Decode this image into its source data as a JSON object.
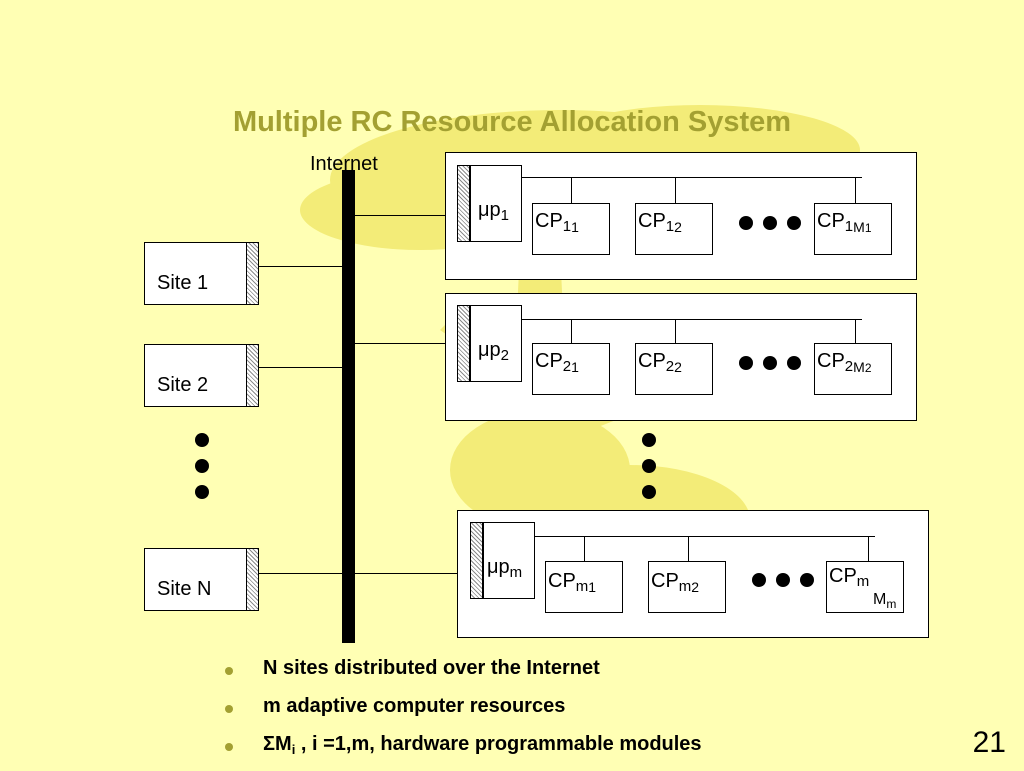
{
  "title": "Multiple RC Resource Allocation System",
  "internet_label": "Internet",
  "sites": [
    "Site 1",
    "Site 2",
    "Site N"
  ],
  "resource_groups": [
    {
      "processor": {
        "base": "μp",
        "sub": "1"
      },
      "cps": [
        {
          "base": "CP",
          "sub": "1",
          "subsub": "1"
        },
        {
          "base": "CP",
          "sub": "1",
          "subsub": "2"
        },
        {
          "base": "CP",
          "sub": "1",
          "subsub": "M",
          "subsubsub": "1"
        }
      ]
    },
    {
      "processor": {
        "base": "μp",
        "sub": "2"
      },
      "cps": [
        {
          "base": "CP",
          "sub": "2",
          "subsub": "1"
        },
        {
          "base": "CP",
          "sub": "2",
          "subsub": "2"
        },
        {
          "base": "CP",
          "sub": "2",
          "subsub": "M",
          "subsubsub": "2"
        }
      ]
    },
    {
      "processor": {
        "base": "μp",
        "sub": "m"
      },
      "cps": [
        {
          "base": "CP",
          "sub": "m",
          "subsub": "1"
        },
        {
          "base": "CP",
          "sub": "m",
          "subsub": "2"
        },
        {
          "base": "CP",
          "sub": "m",
          "subsub": "M",
          "subsubsub": "m"
        }
      ]
    }
  ],
  "bullets": [
    "N sites distributed over the Internet",
    "m  adaptive computer resources",
    {
      "sigma": "Σ",
      "m": "M",
      "i": "i",
      "rest": " , i =1,m, hardware programmable modules"
    }
  ],
  "page_number": "21",
  "colors": {
    "background": "#ffffb4",
    "title": "#a3a032",
    "bullet": "#a3a032",
    "watermark": "#f2ea6e"
  }
}
